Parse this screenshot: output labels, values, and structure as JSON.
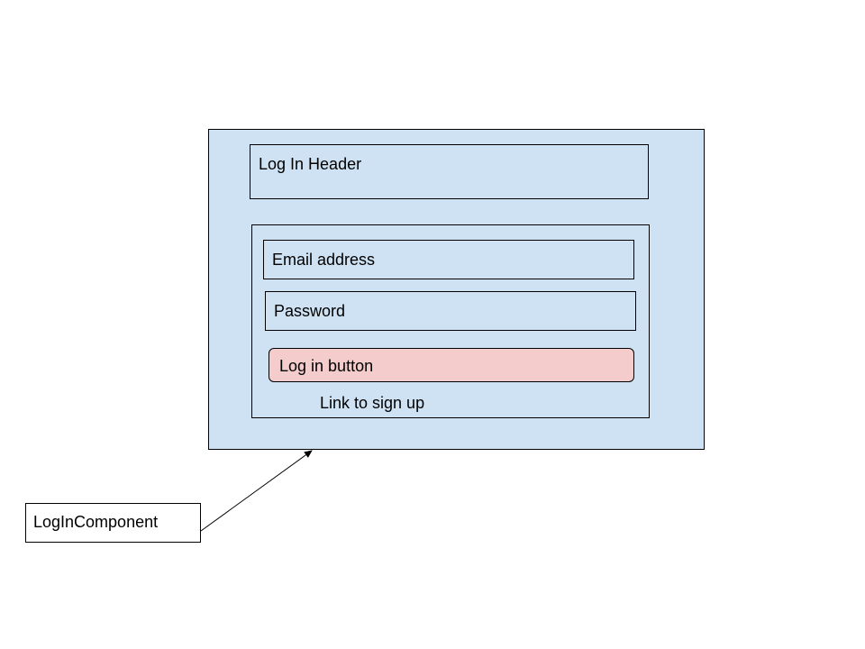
{
  "colors": {
    "component_fill": "#cfe2f3",
    "button_fill": "#f4cccc",
    "stroke": "#000000"
  },
  "header": {
    "label": "Log In Header"
  },
  "form": {
    "email_label": "Email address",
    "password_label": "Password",
    "login_button_label": "Log in button",
    "signup_link_label": "Link to sign up"
  },
  "annotation": {
    "label": "LogInComponent"
  }
}
